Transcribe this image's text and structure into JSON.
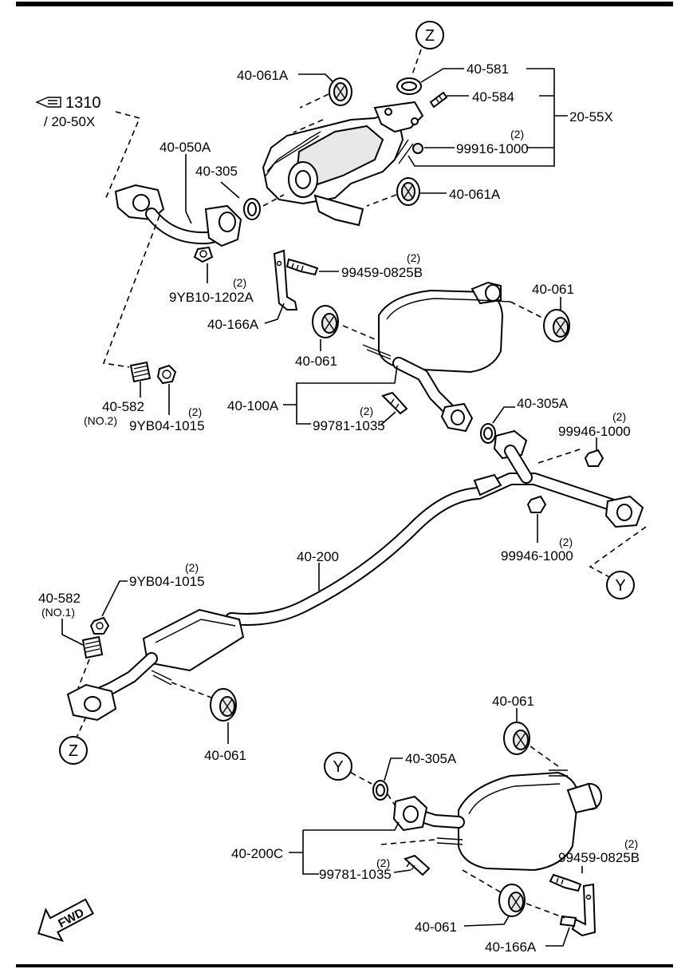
{
  "title": "",
  "reference": {
    "arrow": "1310",
    "sub": "/ 20-50X"
  },
  "callouts": {
    "z_top": "Z",
    "z_bottom": "Z",
    "y_right": "Y",
    "y_bottom": "Y"
  },
  "labels": {
    "p40_061a_top": "40-061A",
    "p40_581": "40-581",
    "p40_584": "40-584",
    "p20_55x": "20-55X",
    "p99916_qty": "(2)",
    "p99916": "99916-1000",
    "p40_050a": "40-050A",
    "p40_305": "40-305",
    "p40_061a_mid": "40-061A",
    "p9yb10_qty": "(2)",
    "p9yb10": "9YB10-1202A",
    "p99459_top_qty": "(2)",
    "p99459_top": "99459-0825B",
    "p40_061_right": "40-061",
    "p40_166a_top": "40-166A",
    "p40_061_mid": "40-061",
    "p40_582_no2": "40-582",
    "p40_582_no2_sub": "(NO.2)",
    "p9yb04_top_qty": "(2)",
    "p9yb04_top": "9YB04-1015",
    "p40_100a": "40-100A",
    "p99781_top_qty": "(2)",
    "p99781_top": "99781-1035",
    "p40_305a_top": "40-305A",
    "p99946_top_qty": "(2)",
    "p99946_top": "99946-1000",
    "p99946_bot_qty": "(2)",
    "p99946_bot": "99946-1000",
    "p40_200": "40-200",
    "p9yb04_bot_qty": "(2)",
    "p9yb04_bot": "9YB04-1015",
    "p40_582_no1": "40-582",
    "p40_582_no1_sub": "(NO.1)",
    "p40_061_left": "40-061",
    "p40_061_bot_top": "40-061",
    "p40_305a_bot": "40-305A",
    "p40_200c": "40-200C",
    "p99781_bot_qty": "(2)",
    "p99781_bot": "99781-1035",
    "p99459_bot_qty": "(2)",
    "p99459_bot": "99459-0825B",
    "p40_061_bot": "40-061",
    "p40_166a_bot": "40-166A",
    "fwd": "FWD"
  },
  "icons": {
    "reference_arrow": "pointing-hand-icon",
    "fwd_arrow": "forward-direction-arrow-icon"
  }
}
